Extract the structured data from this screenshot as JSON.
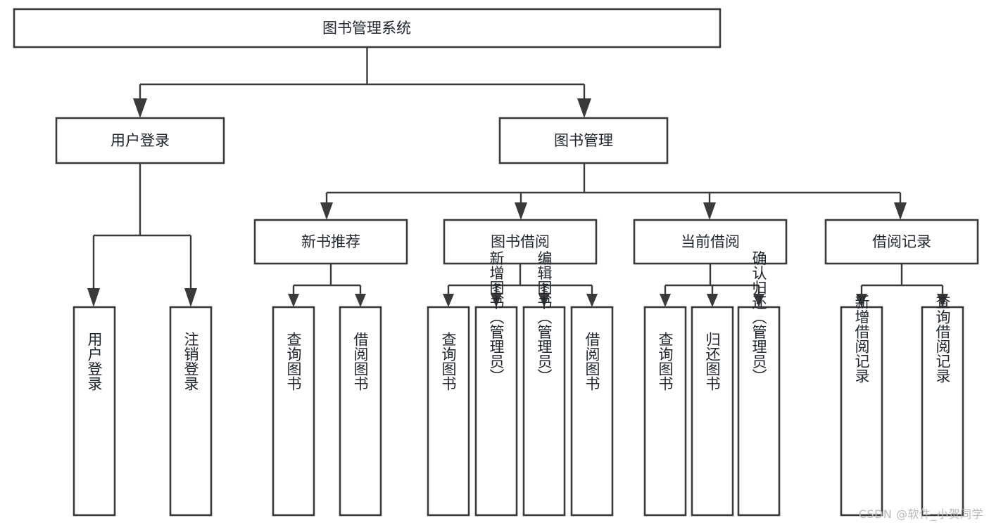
{
  "diagram": {
    "type": "tree-hierarchy",
    "title": "图书管理系统",
    "watermark": "CSDN @软件_小贺同学",
    "accent_color": "#3a3a3a",
    "text_color": "#20262c",
    "background_color": "#ffffff",
    "nodes": {
      "root": {
        "label": "图书管理系统",
        "level": 1
      },
      "level2": [
        {
          "id": "user-login",
          "label": "用户登录"
        },
        {
          "id": "book-management",
          "label": "图书管理"
        }
      ],
      "level3": [
        {
          "id": "new-book-recommend",
          "label": "新书推荐",
          "parent": "book-management"
        },
        {
          "id": "book-borrow",
          "label": "图书借阅",
          "parent": "book-management"
        },
        {
          "id": "current-borrow",
          "label": "当前借阅",
          "parent": "book-management"
        },
        {
          "id": "borrow-record",
          "label": "借阅记录",
          "parent": "book-management"
        }
      ],
      "leaves": {
        "user-login": [
          {
            "id": "leaf-user-login",
            "label": "用户登录"
          },
          {
            "id": "leaf-logout-login",
            "label": "注销登录"
          }
        ],
        "new-book-recommend": [
          {
            "id": "leaf-query-book-1",
            "label": "查询图书"
          },
          {
            "id": "leaf-borrow-book-1",
            "label": "借阅图书"
          }
        ],
        "book-borrow": [
          {
            "id": "leaf-query-book-2",
            "label": "查询图书"
          },
          {
            "id": "leaf-add-book",
            "label": "新增图书（管理员）"
          },
          {
            "id": "leaf-edit-book",
            "label": "编辑图书（管理员）"
          },
          {
            "id": "leaf-borrow-book-2",
            "label": "借阅图书"
          }
        ],
        "current-borrow": [
          {
            "id": "leaf-query-book-3",
            "label": "查询图书"
          },
          {
            "id": "leaf-return-book",
            "label": "归还图书"
          },
          {
            "id": "leaf-confirm-return",
            "label": "确认归还（管理员）"
          }
        ],
        "borrow-record": [
          {
            "id": "leaf-add-record",
            "label": "新增借阅记录"
          },
          {
            "id": "leaf-query-record",
            "label": "查询借阅记录"
          }
        ]
      }
    }
  }
}
